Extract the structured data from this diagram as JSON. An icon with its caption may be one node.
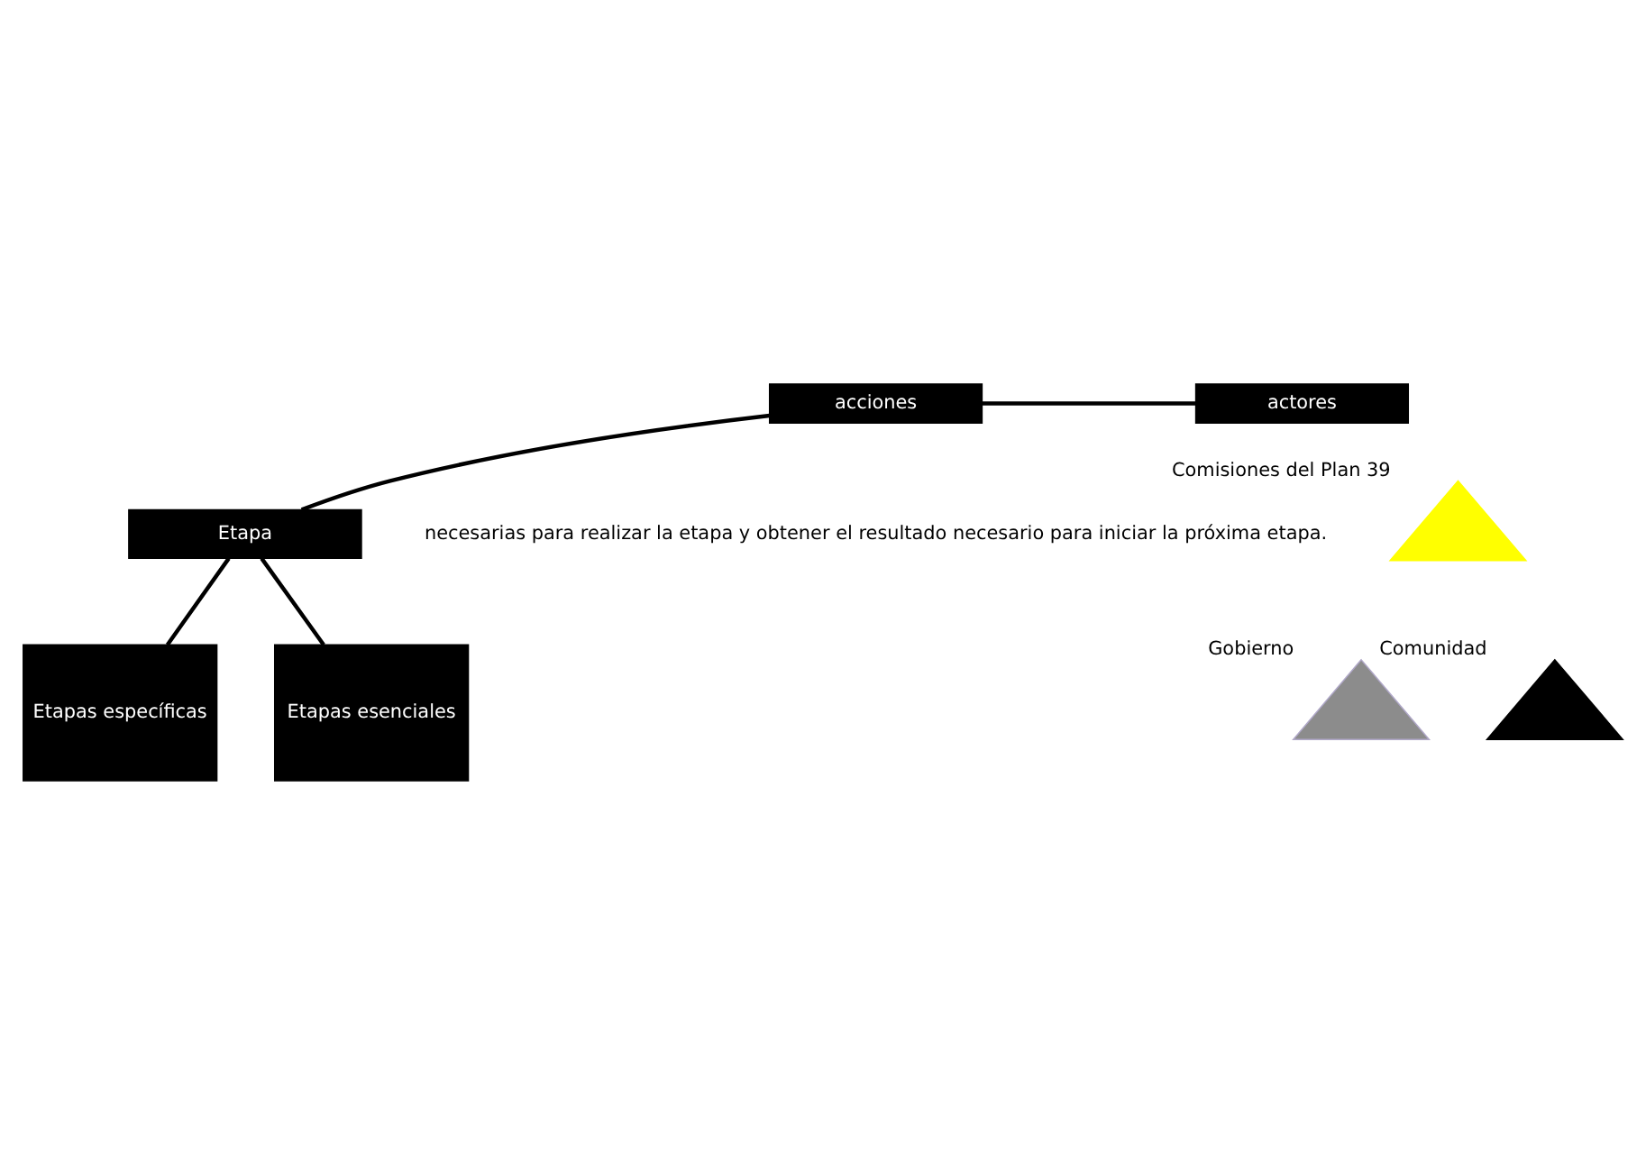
{
  "diagram": {
    "nodes": [
      {
        "text": [
          "acciones"
        ]
      },
      {
        "text": [
          "actores"
        ]
      },
      {
        "text": [
          "Comisiones del Plan 39"
        ]
      },
      {
        "text": [
          "Gobierno"
        ]
      },
      {
        "text": [
          "Comunidad"
        ]
      },
      {
        "text": [
          "Etapa"
        ]
      },
      {
        "text": [
          "Etapas específicas"
        ]
      },
      {
        "text": [
          "Etapas esenciales"
        ]
      }
    ],
    "edges": [
      {
        "from": 0,
        "to": 1,
        "arrow": "none"
      },
      {
        "from": 0,
        "to": 5,
        "arrow": "none"
      },
      {
        "from": 5,
        "to": 6,
        "arrow": "none"
      },
      {
        "from": 5,
        "to": 7,
        "arrow": "none"
      }
    ],
    "labels": [
      "necesarias para realizar la etapa y obtener el resultado necesario para iniciar la próxima etapa."
    ]
  }
}
